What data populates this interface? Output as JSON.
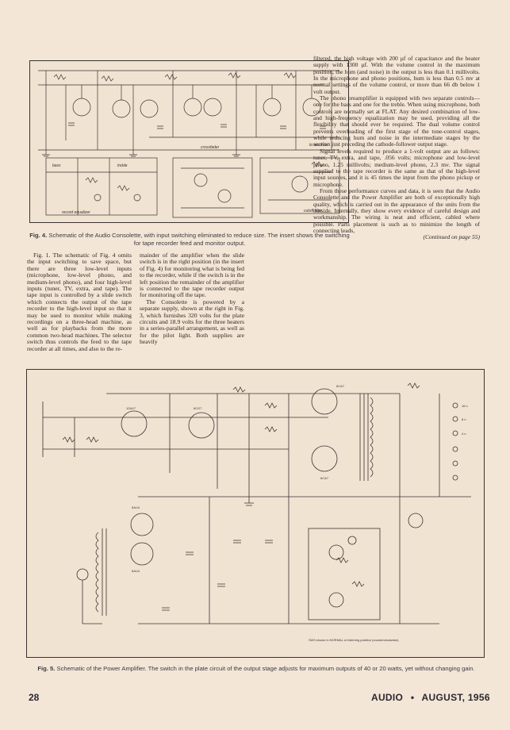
{
  "fig4": {
    "caption_label": "Fig. 4.",
    "caption_text": "Schematic of the Audio Consolette, with input switching eliminated to reduce size. The insert shows the switching for tape recorder feed and monitor output.",
    "labels": [
      "bass",
      "treble",
      "record equalizer",
      "to recorder",
      "crossfader",
      "cutoff filter"
    ]
  },
  "fig5": {
    "caption_label": "Fig. 5.",
    "caption_text": "Schematic of the Power Amplifier. The switch in the plate circuit of the output stage adjusts for maximum outputs of 40 or 20 watts, yet without changing gain.",
    "tubes": [
      "12AX7",
      "6CG7",
      "6CA7",
      "6CA7",
      "6AU4",
      "6AU4"
    ],
    "outputs": [
      "16 n",
      "8 n",
      "4 n"
    ],
    "note": "SW3 shown in NORMAL or listening position (counterclockwise)."
  },
  "body_left": "Fig. 1. The schematic of Fig. 4 omits the input switching to save space, but there are three low-level inputs (microphone, low-level phono, and medium-level phono), and four high-level inputs (tuner, TV, extra, and tape). The tape input is controlled by a slide switch which connects the output of the tape recorder to the high-level input so that it may be used to monitor while making recordings on a three-head machine, as well as for playbacks from the more common two-head machines. The selector switch thus controls the feed to the tape recorder at all times, and also to the re-",
  "body_middle": [
    "mainder of the amplifier when the slide switch is in the right position (in the insert of Fig. 4) for monitoring what is being fed to the recorder, while if the switch is in the left position the remainder of the amplifier is connected to the tape recorder output for monitoring off the tape.",
    "The Consolette is powered by a separate supply, shown at the right in Fig. 3, which furnishes 320 volts for the plate circuits and 18.9 volts for the three heaters in a series-parallel arrangement, as well as for the pilot light. Both supplies are heavily"
  ],
  "body_right": [
    "filtered, the high voltage with 200 µf of capacitance and the heater supply with 1300 µf. With the volume control in the maximum position, the hum (and noise) in the output is less than 0.1 millivolts. In the microphone and phono positions, hum is less than 0.5 mv at normal settings of the volume control, or more than 66 db below 1 volt output.",
    "The phono preamplifier is equipped with two separate controls—one for the bass and one for the treble. When using microphone, both controls are normally set at FLAT. Any desired combination of low- and high-frequency equalization may be used, providing all the flexibility that should ever be required. The dual volume control prevents overloading of the first stage of the tone-control stages, while reducing hum and noise in the intermediate stages by the section just preceding the cathode-follower output stage.",
    "Signal levels required to produce a 1-volt output are as follows: tuner, TV, extra, and tape, .056 volts; microphone and low-level phono, 1.25 millivolts; medium-level phono, 2.3 mv. The signal supplied to the tape recorder is the same as that of the high-level input sources, and it is 45 times the input from the phono pickup or microphone.",
    "From these performance curves and data, it is seen that the Audio Consolette and the Power Amplifier are both of exceptionally high quality, which is carried out in the appearance of the units from the outside. Internally, they show every evidence of careful design and workmanship. The wiring is neat and efficient, cabled where possible. Parts placement is such as to minimize the length of connecting leads,"
  ],
  "continued": "(Continued on page 55)",
  "footer": {
    "page_number": "28",
    "magazine": "AUDIO",
    "bullet": "•",
    "date": "AUGUST, 1956"
  }
}
